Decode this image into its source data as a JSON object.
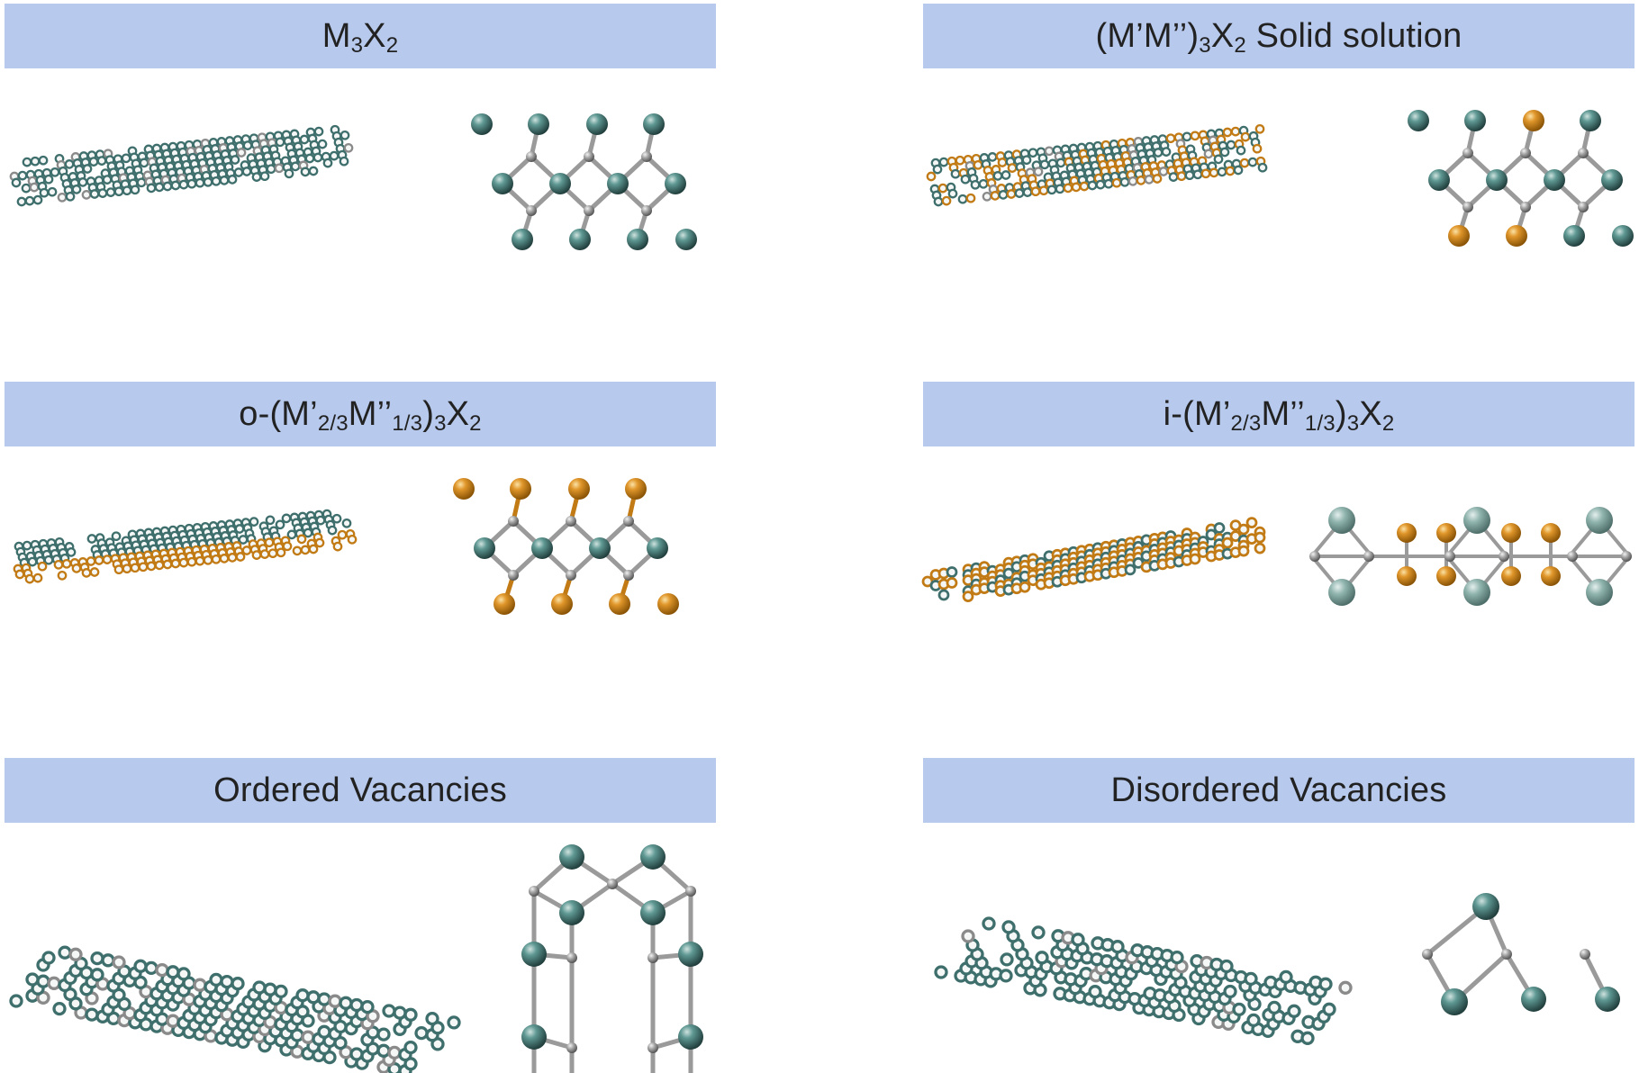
{
  "colors": {
    "banner": "#b7c9ec",
    "teal": "#3f6f6c",
    "orange": "#d48a1a",
    "gray": "#8a8a8a",
    "bond": "#9a9a9a"
  },
  "panels": [
    {
      "id": "m3x2",
      "base": "M",
      "sub1": "3",
      "mid": "X",
      "sub2": "2",
      "tail": ""
    },
    {
      "id": "solid-solution",
      "base": "(M’M’’)",
      "sub1": "3",
      "mid": "X",
      "sub2": "2",
      "tail": " Solid solution"
    },
    {
      "id": "o-mxene",
      "pre": "o-(M’",
      "s1": "2/3",
      "m2": "M’’",
      "s2": "1/3",
      "m3": ")",
      "s3": "3",
      "m4": "X",
      "s4": "2"
    },
    {
      "id": "i-mxene",
      "pre": "i-(M’",
      "s1": "2/3",
      "m2": "M’’",
      "s2": "1/3",
      "m3": ")",
      "s3": "3",
      "m4": "X",
      "s4": "2"
    },
    {
      "id": "ordered-vac",
      "label": "Ordered Vacancies"
    },
    {
      "id": "disordered-vac",
      "label": "Disordered Vacancies"
    }
  ]
}
